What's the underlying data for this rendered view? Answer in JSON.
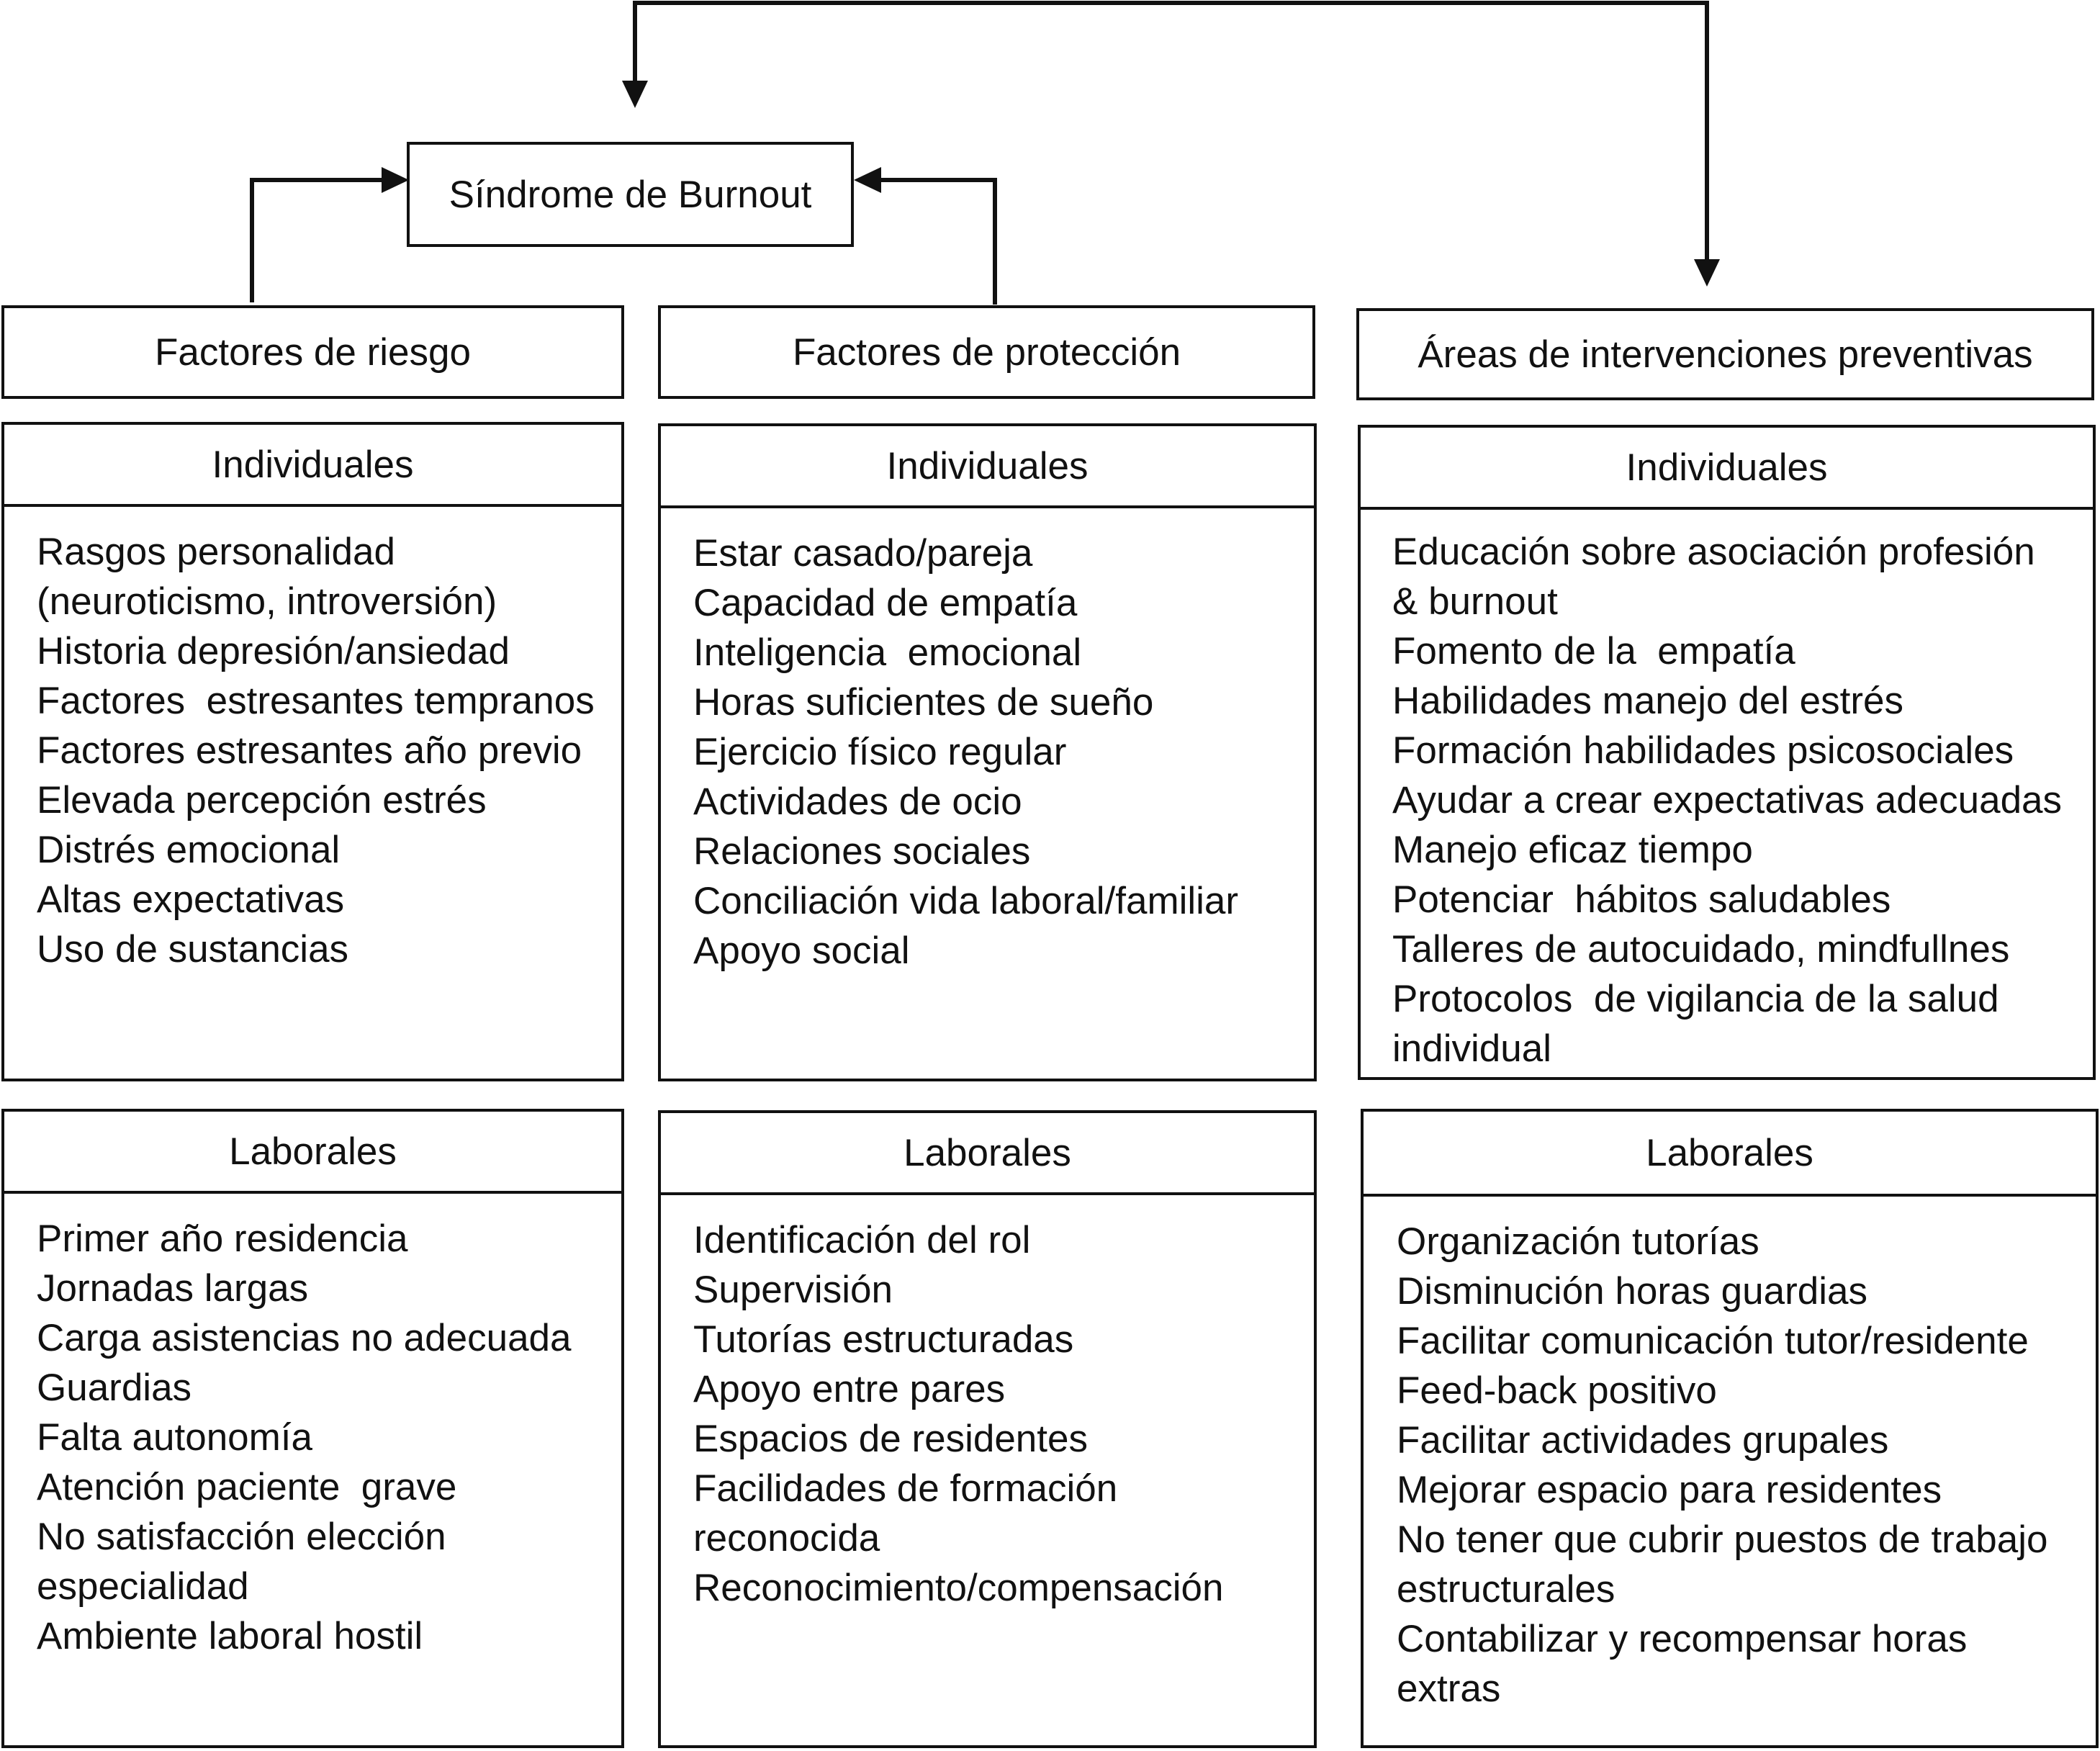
{
  "title": "Síndrome de Burnout",
  "columns": [
    {
      "header": "Factores de riesgo",
      "sections": [
        {
          "title": "Individuales",
          "items": [
            "Rasgos personalidad",
            "(neuroticismo, introversión)",
            "Historia depresión/ansiedad",
            "Factores  estresantes tempranos",
            "Factores estresantes año previo",
            "Elevada percepción estrés",
            "Distrés emocional",
            "Altas expectativas",
            "Uso de sustancias"
          ]
        },
        {
          "title": "Laborales",
          "items": [
            "Primer año residencia",
            "Jornadas largas",
            "Carga asistencias no adecuada",
            "Guardias",
            "Falta autonomía",
            "Atención paciente  grave",
            "No satisfacción elección",
            "especialidad",
            "Ambiente laboral hostil"
          ]
        }
      ]
    },
    {
      "header": "Factores de protección",
      "sections": [
        {
          "title": "Individuales",
          "items": [
            "Estar casado/pareja",
            "Capacidad de empatía",
            "Inteligencia  emocional",
            "Horas suficientes de sueño",
            "Ejercicio físico regular",
            "Actividades de ocio",
            "Relaciones sociales",
            "Conciliación vida laboral/familiar",
            "Apoyo social"
          ]
        },
        {
          "title": "Laborales",
          "items": [
            "Identificación del rol",
            "Supervisión",
            "Tutorías estructuradas",
            "Apoyo entre pares",
            "Espacios de residentes",
            "Facilidades de formación",
            "reconocida",
            "Reconocimiento/compensación"
          ]
        }
      ]
    },
    {
      "header": "Áreas de intervenciones preventivas",
      "sections": [
        {
          "title": "Individuales",
          "items": [
            "Educación sobre asociación profesión",
            "& burnout",
            "Fomento de la  empatía",
            "Habilidades manejo del estrés",
            "Formación habilidades psicosociales",
            "Ayudar a crear expectativas adecuadas",
            "Manejo eficaz tiempo",
            "Potenciar  hábitos saludables",
            "Talleres de autocuidado, mindfullnes",
            "Protocolos  de vigilancia de la salud",
            "individual"
          ]
        },
        {
          "title": "Laborales",
          "items": [
            "Organización tutorías",
            "Disminución horas guardias",
            "Facilitar comunicación tutor/residente",
            "Feed-back positivo",
            "Facilitar actividades grupales",
            "Mejorar espacio para residentes",
            "No tener que cubrir puestos de trabajo",
            "estructurales",
            "Contabilizar y recompensar horas",
            "extras"
          ]
        }
      ]
    }
  ]
}
